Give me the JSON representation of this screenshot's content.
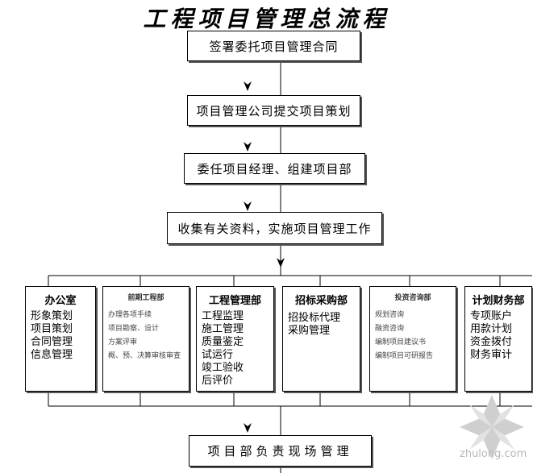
{
  "title": "工程项目管理总流程",
  "steps": [
    "签署委托项目管理合同",
    "项目管理公司提交项目策划",
    "委任项目经理、组建项目部",
    "收集有关资料，实施项目管理工作"
  ],
  "departments": [
    {
      "title": "办公室",
      "items": [
        "形象策划",
        "项目策划",
        "合同管理",
        "信息管理"
      ]
    },
    {
      "title": "前期工程部",
      "items": [
        "办理各项手续",
        "项目勘察、设计",
        "方案评审",
        "概、预、决算审核审查"
      ]
    },
    {
      "title": "工程管理部",
      "items": [
        "工程监理",
        "施工管理",
        "质量鉴定",
        "试运行",
        "竣工验收",
        "后评价"
      ]
    },
    {
      "title": "招标采购部",
      "items": [
        "招投标代理",
        "采购管理"
      ]
    },
    {
      "title": "投资咨询部",
      "items": [
        "规划咨询",
        "融资咨询",
        "编制项目建议书",
        "编制项目可研报告"
      ]
    },
    {
      "title": "计划财务部",
      "items": [
        "专项账户",
        "用款计划",
        "资金拨付",
        "财务审计"
      ]
    }
  ],
  "final_step": "项目部负责现场管理",
  "watermark": "zhulong.com"
}
